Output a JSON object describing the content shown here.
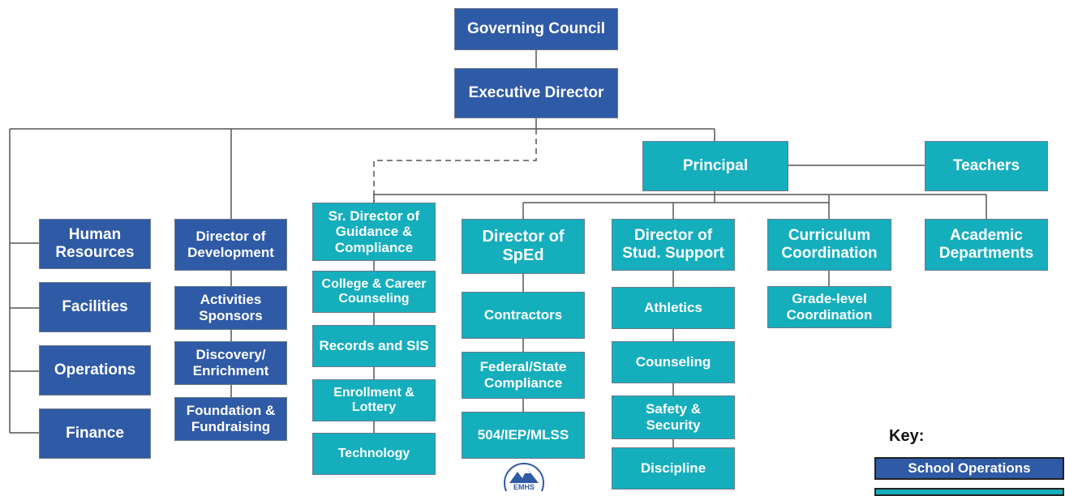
{
  "colors": {
    "school_operations": "#2f5aa6",
    "academics": "#15aebd",
    "line": "#555555"
  },
  "nodes": {
    "governing_council": "Governing Council",
    "executive_director": "Executive Director",
    "principal": "Principal",
    "teachers": "Teachers",
    "human_resources": "Human\nResources",
    "facilities": "Facilities",
    "operations": "Operations",
    "finance": "Finance",
    "director_development": "Director of\nDevelopment",
    "activities_sponsors": "Activities\nSponsors",
    "discovery_enrichment": "Discovery/\nEnrichment",
    "foundation_fundraising": "Foundation &\nFundraising",
    "sr_director_guidance": "Sr. Director of\nGuidance &\nCompliance",
    "college_career": "College & Career\nCounseling",
    "records_sis": "Records and SIS",
    "enrollment_lottery": "Enrollment &\nLottery",
    "technology": "Technology",
    "director_sped": "Director of\nSpEd",
    "contractors": "Contractors",
    "federal_state": "Federal/State\nCompliance",
    "iep_mlss": "504/IEP/MLSS",
    "director_stud_support": "Director of\nStud. Support",
    "athletics": "Athletics",
    "counseling": "Counseling",
    "safety_security": "Safety &\nSecurity",
    "discipline": "Discipline",
    "curriculum_coordination": "Curriculum\nCoordination",
    "grade_level_coordination": "Grade-level\nCoordination",
    "academic_departments": "Academic\nDepartments"
  },
  "key": {
    "title": "Key:",
    "school_operations": "School Operations"
  },
  "logo": {
    "text": "EMHS",
    "icon": "school-logo-icon"
  }
}
